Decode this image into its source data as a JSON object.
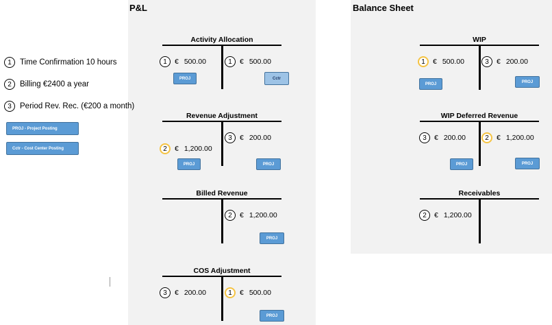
{
  "headers": {
    "pl": "P&L",
    "bs": "Balance Sheet"
  },
  "legend": {
    "steps": [
      {
        "num": "1",
        "text": "Time Confirmation 10 hours"
      },
      {
        "num": "2",
        "text": "Billing €2400 a year"
      },
      {
        "num": "3",
        "text": "Period Rev. Rec. (€200 a month)"
      }
    ],
    "proj_label": "PROJ - Project Posting",
    "cctr_label": "Cctr - Cost Center Posting"
  },
  "colors": {
    "button": "#5b9bd5",
    "cctr_button": "#9dc3e6",
    "highlight": "#f5c342",
    "panel": "#f2f2f2"
  },
  "accounts": {
    "activity_allocation": {
      "title": "Activity Allocation",
      "debit": {
        "num": "1",
        "currency": "€",
        "amount": "500.00"
      },
      "credit": {
        "num": "1",
        "currency": "€",
        "amount": "500.00"
      },
      "debit_btn": "PROJ",
      "credit_btn": "Cctr"
    },
    "revenue_adjustment": {
      "title": "Revenue Adjustment",
      "debit": {
        "num": "2",
        "currency": "€",
        "amount": "1,200.00"
      },
      "credit": {
        "num": "3",
        "currency": "€",
        "amount": "200.00"
      },
      "debit_btn": "PROJ",
      "credit_btn": "PROJ"
    },
    "billed_revenue": {
      "title": "Billed Revenue",
      "credit": {
        "num": "2",
        "currency": "€",
        "amount": "1,200.00"
      },
      "credit_btn": "PROJ"
    },
    "cos_adjustment": {
      "title": "COS Adjustment",
      "debit": {
        "num": "3",
        "currency": "€",
        "amount": "200.00"
      },
      "credit": {
        "num": "1",
        "currency": "€",
        "amount": "500.00"
      },
      "credit_btn": "PROJ"
    },
    "wip": {
      "title": "WIP",
      "debit": {
        "num": "1",
        "currency": "€",
        "amount": "500.00"
      },
      "credit": {
        "num": "3",
        "currency": "€",
        "amount": "200.00"
      },
      "debit_btn": "PROJ",
      "credit_btn": "PROJ"
    },
    "wip_deferred_revenue": {
      "title": "WIP Deferred Revenue",
      "debit": {
        "num": "3",
        "currency": "€",
        "amount": "200.00"
      },
      "credit": {
        "num": "2",
        "currency": "€",
        "amount": "1,200.00"
      },
      "debit_btn": "PROJ",
      "credit_btn": "PROJ"
    },
    "receivables": {
      "title": "Receivables",
      "debit": {
        "num": "2",
        "currency": "€",
        "amount": "1,200.00"
      }
    }
  }
}
